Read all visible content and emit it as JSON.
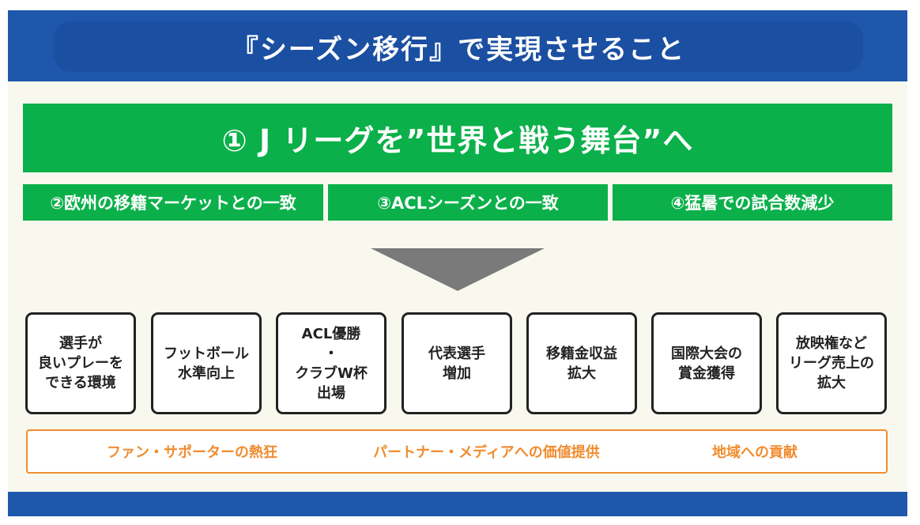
{
  "title": "『シーズン移行』で実現させること",
  "goal": "① J リーグを”世界と戦う舞台”へ",
  "sub_goals": [
    "②欧州の移籍マーケットとの一致",
    "③ACLシーズンとの一致",
    "④猛暑での試合数減少"
  ],
  "outcomes": [
    "選手が\n良いプレーを\nできる環境",
    "フットボール\n水準向上",
    "ACL優勝\n・\nクラブW杯\n出場",
    "代表選手\n増加",
    "移籍金収益\n拡大",
    "国際大会の\n賞金獲得",
    "放映権など\nリーグ売上の\n拡大"
  ],
  "benefits": [
    "ファン・サポーターの熱狂",
    "パートナー・メディアへの価値提供",
    "地域への貢献"
  ],
  "colors": {
    "blue": "#1f57ad",
    "green": "#0bb04a",
    "orange": "#f08c2f",
    "arrow_gray": "#7a7a7a"
  }
}
